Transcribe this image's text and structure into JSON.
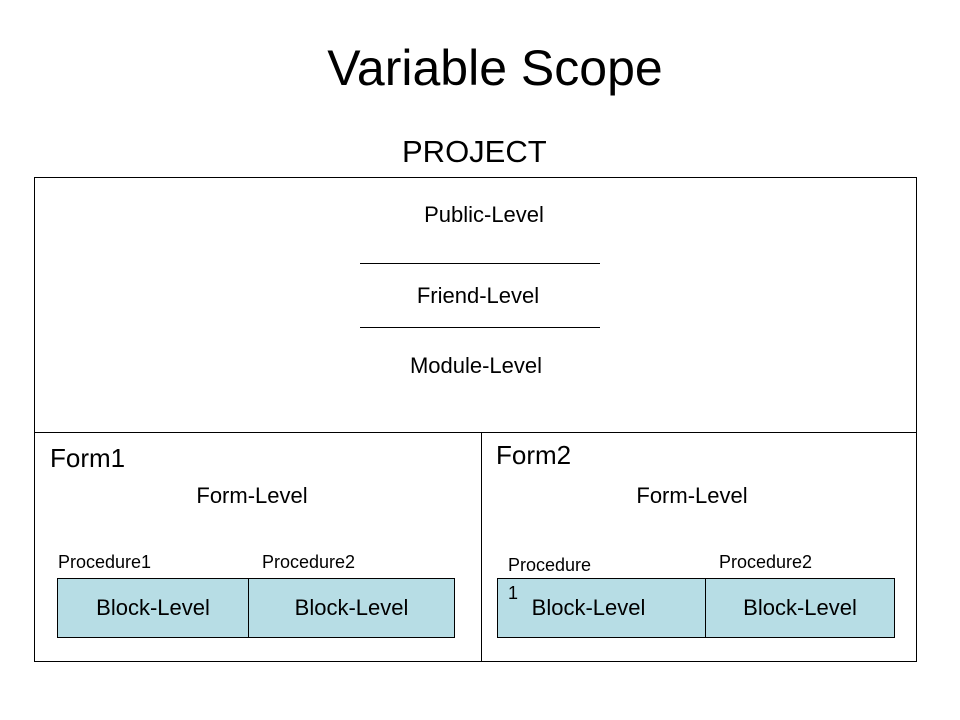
{
  "title": "Variable Scope",
  "project": {
    "label": "PROJECT",
    "levels": [
      "Public-Level",
      "Friend-Level",
      "Module-Level"
    ]
  },
  "form1": {
    "label": "Form1",
    "level": "Form-Level",
    "procedures": [
      "Procedure1",
      "Procedure2"
    ],
    "blocks": [
      "Block-Level",
      "Block-Level"
    ]
  },
  "form2": {
    "label": "Form2",
    "level": "Form-Level",
    "procedure1_line1": "Procedure",
    "procedure1_line2": "1",
    "procedure2": "Procedure2",
    "blocks": [
      "Block-Level",
      "Block-Level"
    ]
  },
  "colors": {
    "block_fill": "#b7dde5",
    "lines": "#000000"
  }
}
